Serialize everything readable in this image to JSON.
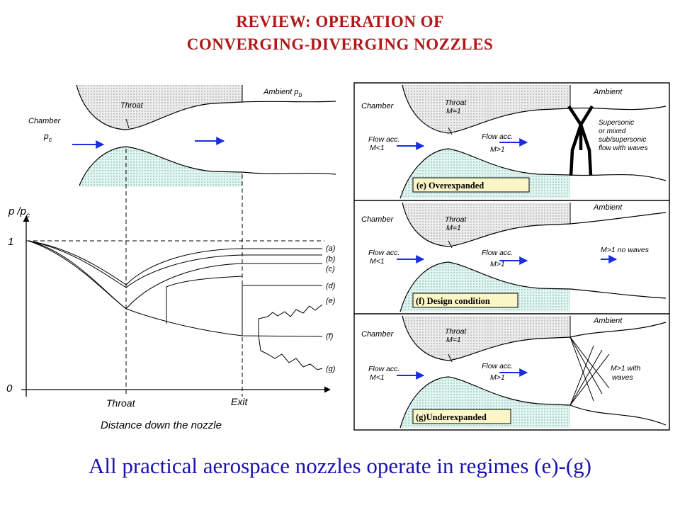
{
  "header": {
    "line1": "REVIEW: OPERATION OF",
    "line2": "CONVERGING-DIVERGING NOZZLES"
  },
  "left_nozzle": {
    "throat": "Throat",
    "chamber": "Chamber",
    "pc": "p",
    "pc_sub": "c",
    "ambient": "Ambient p",
    "ambient_sub": "b"
  },
  "pressure_plot": {
    "ylabel_p": "p /p",
    "ylabel_sub": "c",
    "tick_1": "1",
    "tick_0": "0",
    "x_throat": "Throat",
    "x_exit": "Exit",
    "xlabel": "Distance down the nozzle",
    "curves": [
      "(a)",
      "(b)",
      "(c)",
      "(d)",
      "(e)",
      "(f)",
      "(g)"
    ]
  },
  "panels": [
    {
      "chamber": "Chamber",
      "throat": "Throat",
      "mach": "M=1",
      "ambient": "Ambient",
      "flow_in_1": "Flow acc.",
      "flow_in_2": "M<1",
      "flow_out_1": "Flow acc.",
      "flow_out_2": "M>1",
      "note_lines": [
        "Supersonic",
        "or mixed",
        "sub/supersonic",
        "flow with waves"
      ],
      "caption": "(e) Overexpanded"
    },
    {
      "chamber": "Chamber",
      "throat": "Throat",
      "mach": "M=1",
      "ambient": "Ambient",
      "flow_in_1": "Flow acc.",
      "flow_in_2": "M<1",
      "flow_out_1": "Flow acc.",
      "flow_out_2": "M>1",
      "note_lines": [
        "M>1 no waves"
      ],
      "caption": "(f) Design condition"
    },
    {
      "chamber": "Chamber",
      "throat": "Throat",
      "mach": "M=1",
      "ambient": "Ambient",
      "flow_in_1": "Flow acc.",
      "flow_in_2": "M<1",
      "flow_out_1": "Flow acc.",
      "flow_out_2": "M>1",
      "note_lines": [
        "M>1 with",
        "waves"
      ],
      "caption": "(g)Underexpanded"
    }
  ],
  "footer": "All practical aerospace nozzles operate in regimes (e)-(g)",
  "colors": {
    "title": "#b01818",
    "footer": "#1a12b0",
    "arrow": "#1a2ee0",
    "nozzle_fill_top": "#e6e6e6",
    "nozzle_fill_bottom": "#dff3ee",
    "caption_bg": "#fbf6c8"
  }
}
